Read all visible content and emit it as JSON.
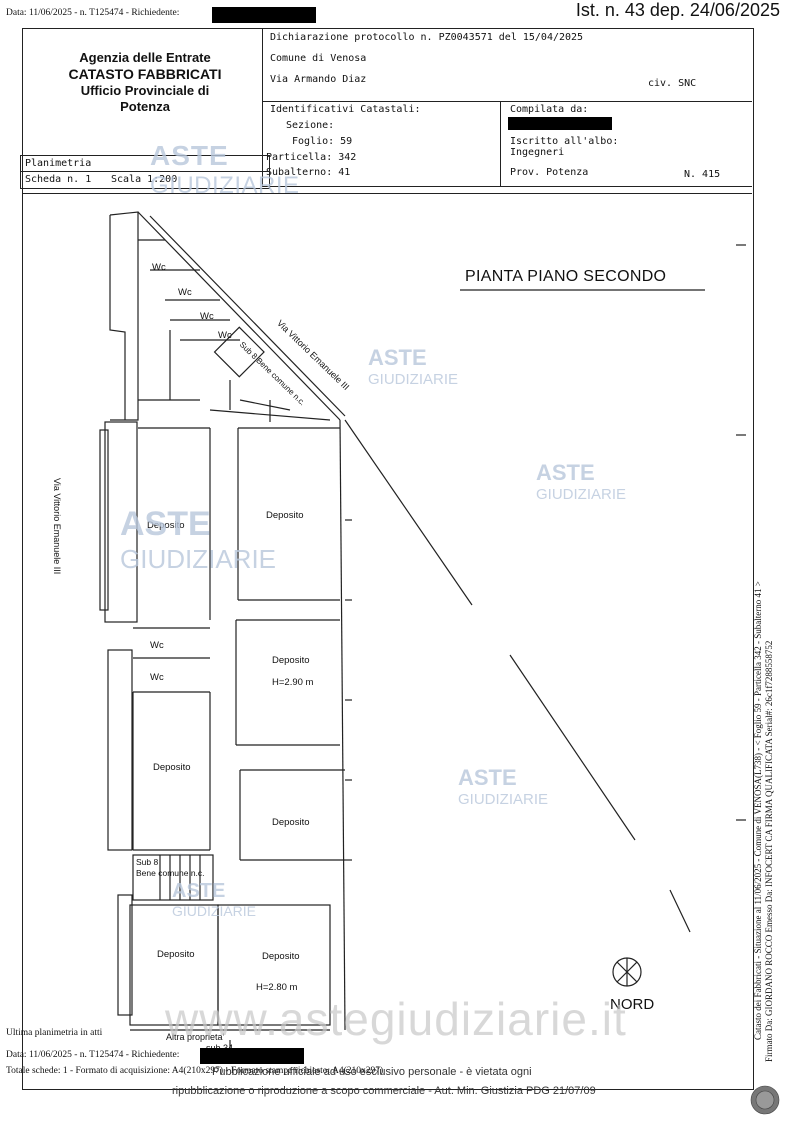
{
  "header": {
    "top_meta": "Data: 11/06/2025 - n. T125474 - Richiedente:",
    "top_right": "Ist. n. 43 dep. 24/06/2025",
    "agency": {
      "line1": "Agenzia delle Entrate",
      "line2": "CATASTO FABBRICATI",
      "line3": "Ufficio Provinciale di",
      "line4": "Potenza"
    },
    "declaration": "Dichiarazione protocollo n. PZ0043571 del 15/04/2025",
    "comune": "Comune di Venosa",
    "via": "Via Armando Diaz",
    "civ": "civ. SNC",
    "identificativi": {
      "title": "Identificativi Catastali:",
      "sezione": "Sezione:",
      "foglio": "Foglio: 59",
      "particella": "Particella: 342",
      "subalterno": "Subalterno: 41"
    },
    "compilata": {
      "title": "Compilata da:",
      "iscritto": "Iscritto all'albo:",
      "ordine": "Ingegneri",
      "prov": "Prov. Potenza",
      "numero": "N. 415"
    },
    "planimetria": "Planimetria",
    "scheda": "Scheda n. 1",
    "scala": "Scala 1:200"
  },
  "plan": {
    "title": "PIANTA PIANO SECONDO",
    "street_left": "Via Vittorio Emanuele III",
    "street_diag": "Via Vittorio Emanuele III",
    "rooms": {
      "wc1": "Wc",
      "wc2": "Wc",
      "wc3": "Wc",
      "wc4": "Wc",
      "wc5": "Wc",
      "wc6": "Wc",
      "deposito1": "Deposito",
      "deposito2": "Deposito",
      "deposito3": "Deposito",
      "deposito3_h": "H=2.90 m",
      "deposito4": "Deposito",
      "deposito5": "Deposito",
      "deposito6": "Deposito",
      "deposito7": "Deposito",
      "deposito7_h": "H=2.80 m",
      "sub_top": "Sub 8 Bene comune n.c.",
      "sub8": "Sub 8",
      "bene_comune": "Bene comune n.c.",
      "altra": "Altra proprieta'",
      "sub34": "sub 34"
    },
    "nord": "NORD"
  },
  "watermarks": {
    "aste": "ASTE",
    "giudiziarie": "GIUDIZIARIE",
    "url": "www.astegiudiziarie.it"
  },
  "footer": {
    "ultima": "Ultima planimetria in atti",
    "data": "Data: 11/06/2025 - n. T125474 - Richiedente:",
    "totale": "Totale schede: 1 - Formato di acquisizione: A4(210x297) - Formato stampa richiesto: A4(210x297)",
    "pubblicazione": "Pubblicazione ufficiale ad uso esclusivo personale - è vietata ogni",
    "ripubblicazione": "ripubblicazione o riproduzione a scopo commerciale - Aut. Min. Giustizia PDG 21/07/09"
  },
  "side": {
    "vertical1": "Catasto dei Fabbricati - Situazione al 11/06/2025 - Comune di VENOSA(L738) - < Foglio 59 - Particella 342 - Subalterno 41 >",
    "vertical2": "Firmato Da: GIORDANO ROCCO Emesso Da: INFOCERT CA FIRMA QUALIFICATA Serial#: 26c1f7288558752"
  }
}
